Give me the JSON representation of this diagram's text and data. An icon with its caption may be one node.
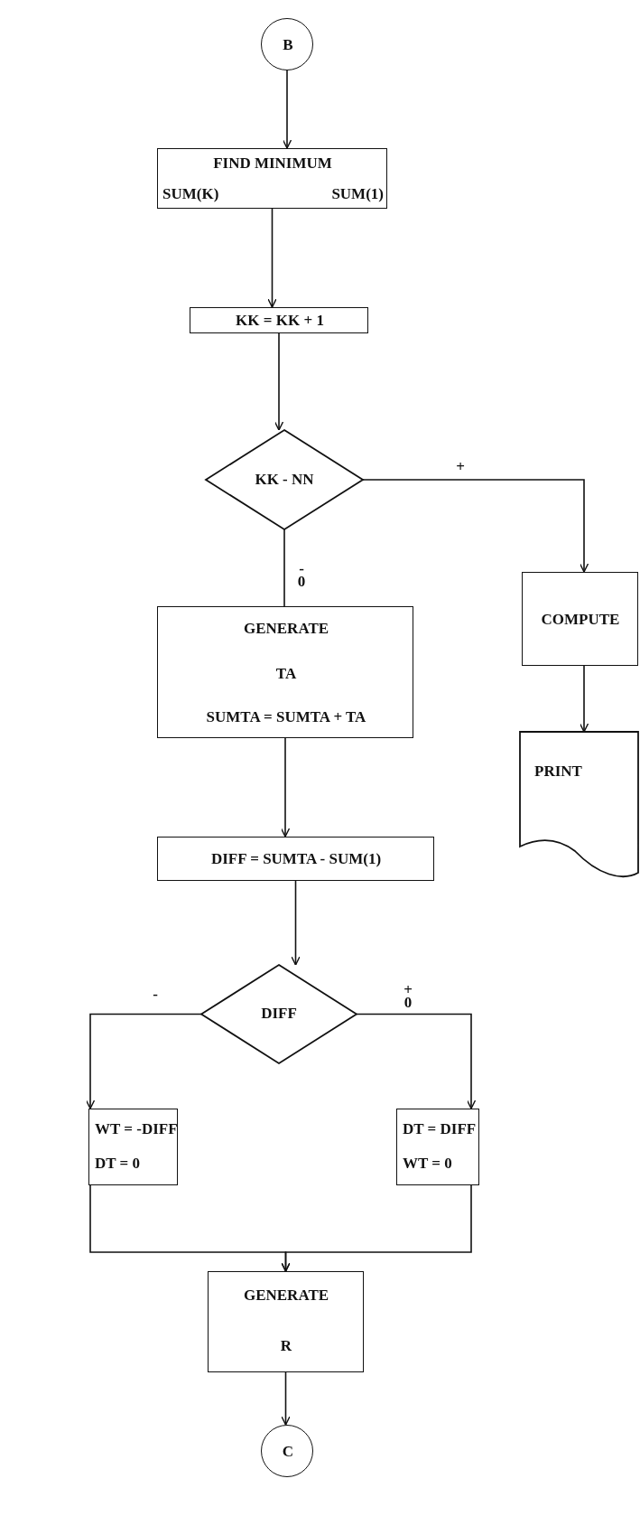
{
  "diagram": {
    "nodes": [
      {
        "text": [
          "B"
        ]
      },
      {
        "text": [
          "FIND MINIMUM",
          "SUM(K)",
          "SUM(1)"
        ]
      },
      {
        "text": [
          "KK = KK + 1"
        ]
      },
      {
        "text": [
          "KK - NN"
        ]
      },
      {
        "text": [
          "GENERATE",
          "TA",
          "SUMTA = SUMTA + TA"
        ]
      },
      {
        "text": [
          "COMPUTE"
        ]
      },
      {
        "text": [
          "PRINT"
        ]
      },
      {
        "text": [
          "DIFF = SUMTA - SUM(1)"
        ]
      },
      {
        "text": [
          "DIFF"
        ]
      },
      {
        "text": [
          "WT = -DIFF",
          "DT = 0"
        ]
      },
      {
        "text": [
          "DT = DIFF",
          "WT = 0"
        ]
      },
      {
        "text": [
          "GENERATE",
          "R"
        ]
      },
      {
        "text": [
          "C"
        ]
      }
    ],
    "edges": [
      {
        "from": 0,
        "to": 1,
        "arrow": "to"
      },
      {
        "from": 1,
        "to": 2,
        "arrow": "to"
      },
      {
        "from": 2,
        "to": 3,
        "arrow": "to"
      },
      {
        "from": 3,
        "to": 4,
        "arrow": "none",
        "label": "- 0"
      },
      {
        "from": 3,
        "to": 5,
        "arrow": "to",
        "label": "+"
      },
      {
        "from": 5,
        "to": 6,
        "arrow": "to"
      },
      {
        "from": 4,
        "to": 7,
        "arrow": "to"
      },
      {
        "from": 7,
        "to": 8,
        "arrow": "to"
      },
      {
        "from": 8,
        "to": 9,
        "arrow": "to",
        "label": "-"
      },
      {
        "from": 8,
        "to": 10,
        "arrow": "to",
        "label": "+ 0"
      },
      {
        "from": 9,
        "to": 11,
        "arrow": "to"
      },
      {
        "from": 10,
        "to": 11,
        "arrow": "to"
      },
      {
        "from": 11,
        "to": 12,
        "arrow": "to"
      }
    ]
  }
}
